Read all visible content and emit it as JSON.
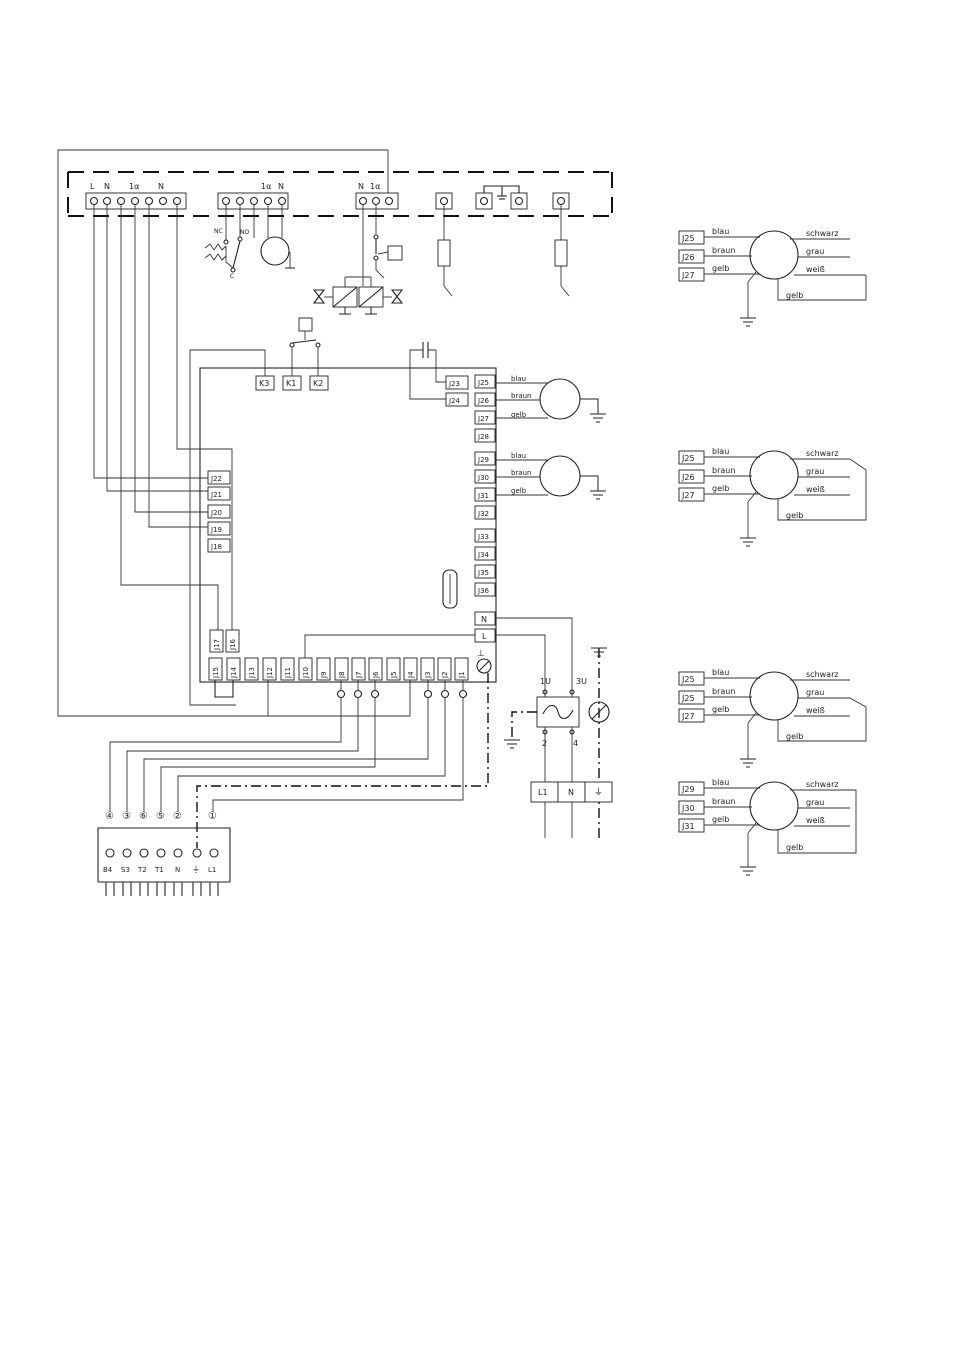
{
  "top_terminals": {
    "group1": [
      "L",
      "N",
      "1α",
      "N"
    ],
    "group2": [
      "1α",
      "N"
    ],
    "group3": [
      "N",
      "1α"
    ]
  },
  "valve_labels": [
    "NC",
    "NO",
    "C"
  ],
  "board": {
    "relays": [
      "K3",
      "K1",
      "K2"
    ],
    "right_terminals": [
      "J25",
      "J26",
      "J27",
      "J28",
      "J29",
      "J30",
      "J31",
      "J32",
      "J33",
      "J34",
      "J35",
      "J36"
    ],
    "cap_terminals": [
      "J23",
      "J24"
    ],
    "left_terminals": [
      "J22",
      "J21",
      "J20",
      "J19",
      "J18"
    ],
    "mid_terminals": [
      "J17",
      "J16"
    ],
    "bottom_terminals": [
      "J15",
      "J14",
      "J13",
      "J12",
      "J11",
      "J10",
      "J9",
      "J8",
      "J7",
      "J6",
      "J5",
      "J4",
      "J3",
      "J2",
      "J1"
    ],
    "power_terminals": [
      "N",
      "L"
    ],
    "earth_symbol": "⊥"
  },
  "motor_wire_labels": [
    "blau",
    "braun",
    "gelb"
  ],
  "switch": {
    "top": [
      "1U",
      "3U"
    ],
    "bottom": [
      "2",
      "4"
    ]
  },
  "mains": [
    "L1",
    "N",
    "⏚"
  ],
  "connector": {
    "circled": [
      "④",
      "③",
      "⑥",
      "⑤",
      "②",
      "①"
    ],
    "labels": [
      "B4",
      "S3",
      "T2",
      "T1",
      "N",
      "⏚",
      "L1"
    ]
  },
  "motor_details": [
    {
      "terminals": [
        "J25",
        "J26",
        "J27"
      ],
      "left": [
        "blau",
        "braun",
        "gelb"
      ],
      "right": [
        "schwarz",
        "grau",
        "weiß"
      ],
      "bottom": "gelb"
    },
    {
      "terminals": [
        "J25",
        "J26",
        "J27"
      ],
      "left": [
        "blau",
        "braun",
        "gelb"
      ],
      "right": [
        "schwarz",
        "grau",
        "weiß"
      ],
      "bottom": "gelb"
    },
    {
      "terminals": [
        "J25",
        "J25",
        "J27"
      ],
      "left": [
        "blau",
        "braun",
        "gelb"
      ],
      "right": [
        "schwarz",
        "grau",
        "weiß"
      ],
      "bottom": "gelb"
    },
    {
      "terminals": [
        "J29",
        "J30",
        "J31"
      ],
      "left": [
        "blau",
        "braun",
        "gelb"
      ],
      "right": [
        "schwarz",
        "grau",
        "weiß"
      ],
      "bottom": "gelb"
    }
  ]
}
